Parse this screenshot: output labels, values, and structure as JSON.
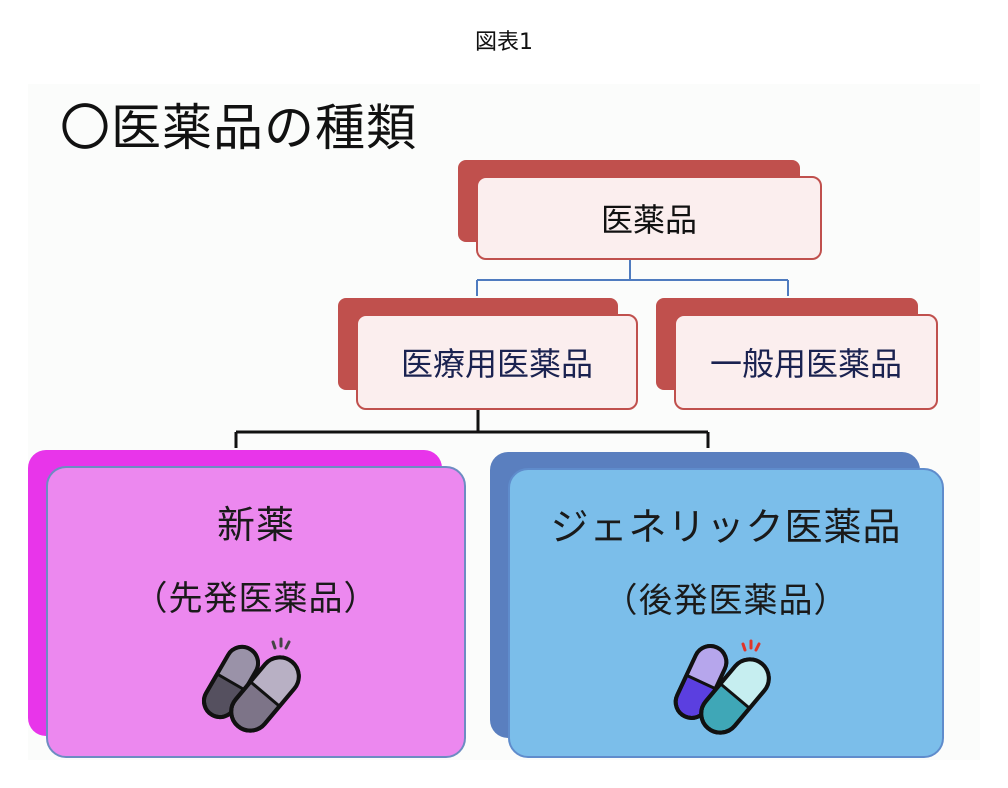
{
  "caption": "図表1",
  "title": "〇医薬品の種類",
  "root": {
    "label": "医薬品"
  },
  "level2": [
    {
      "label": "医療用医薬品"
    },
    {
      "label": "一般用医薬品"
    }
  ],
  "level3": [
    {
      "label": "新薬",
      "sublabel": "（先発医薬品）",
      "icon": "capsule-pills-icon",
      "color": "#ec88ef"
    },
    {
      "label": "ジェネリック医薬品",
      "sublabel": "（後発医薬品）",
      "icon": "capsule-pills-icon",
      "color": "#7bbeea"
    }
  ],
  "colors": {
    "node_border": "#c0504d",
    "node_fill": "#fbeeee",
    "connector_top": "#4f7bbf",
    "connector_bottom": "#111111",
    "new_drug_shadow": "#e835ea",
    "generic_shadow": "#5a7fbf"
  }
}
